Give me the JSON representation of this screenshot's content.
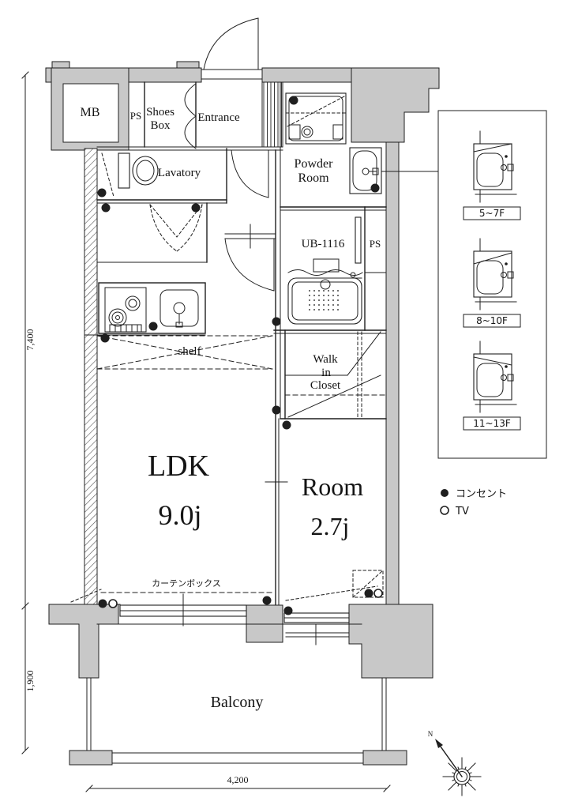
{
  "plan": {
    "rooms": {
      "mb": "MB",
      "ps_upper": "PS",
      "shoes_box_line1": "Shoes",
      "shoes_box_line2": "Box",
      "entrance": "Entrance",
      "lavatory": "Lavatory",
      "powder_room_line1": "Powder",
      "powder_room_line2": "Room",
      "unit_bath": "UB-1116",
      "ps_right": "PS",
      "shelf": "shelf",
      "wic_line1": "Walk",
      "wic_line2": "in",
      "wic_line3": "Closet",
      "ldk_name": "LDK",
      "ldk_size": "9.0j",
      "room_name": "Room",
      "room_size": "2.7j",
      "curtain_box": "カーテンボックス",
      "balcony": "Balcony"
    },
    "dimensions": {
      "left_total": "7,400",
      "left_balcony": "1,900",
      "bottom_width": "4,200"
    },
    "floor_variants": {
      "labels": [
        "5~7F",
        "8~10F",
        "11~13F"
      ]
    },
    "legend": {
      "outlet": "コンセント",
      "tv": "TV"
    },
    "compass": {
      "north": "N"
    },
    "colors": {
      "wall_fill": "#c8c8c8",
      "line": "#1f1f1f",
      "background": "#ffffff"
    }
  }
}
